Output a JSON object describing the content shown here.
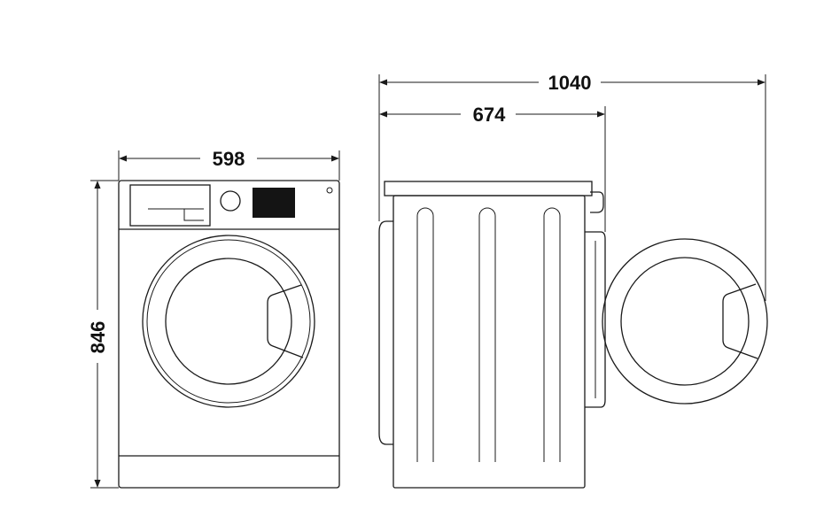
{
  "dimensions": {
    "width": "598",
    "height": "846",
    "depth": "674",
    "depth_door_open": "1040"
  },
  "colors": {
    "stroke": "#1a1a1a",
    "panel": "#141414",
    "background": "#ffffff"
  }
}
